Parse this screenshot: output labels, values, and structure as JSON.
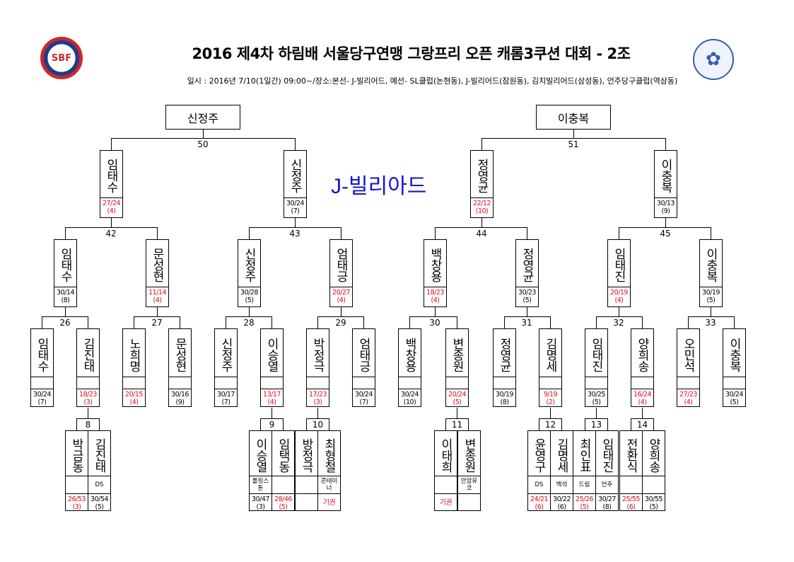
{
  "header": {
    "title": "2016 제4차 하림배 서울당구연맹 그랑프리 오픈 캐롬3쿠션 대회 - 2조",
    "subtitle": "일시 : 2016년 7/10(1일간) 09:00~/장소:본선- J-빌리어드, 예선- SL클럽(논현동), J-빌리어드(잠원동), 김치빌리어드(삼성동), 언주당구클럽(역삼동)",
    "venue": "J-빌리아드",
    "logo_left": "SBF",
    "logo_right": "✿"
  },
  "colors": {
    "loser_text": "#d0101e",
    "venue_text": "#1414d2"
  },
  "finals": [
    {
      "match": "50",
      "winner": "신정주"
    },
    {
      "match": "51",
      "winner": "이충복"
    }
  ],
  "quarter_matches": [
    "42",
    "43",
    "44",
    "45"
  ],
  "round2_matches": [
    "26",
    "27",
    "28",
    "29",
    "30",
    "31",
    "32",
    "33"
  ],
  "semifinal": [
    {
      "name": "임태수",
      "score": "27/24",
      "innings": "(4)",
      "lost": true
    },
    {
      "name": "신정주",
      "score": "30/24",
      "innings": "(7)",
      "lost": false
    },
    {
      "name": "정영균",
      "score": "22/12",
      "innings": "(10)",
      "lost": true
    },
    {
      "name": "이충복",
      "score": "30/13",
      "innings": "(9)",
      "lost": false
    }
  ],
  "quarterfinal": [
    {
      "name": "임태수",
      "score": "30/14",
      "innings": "(8)",
      "lost": false
    },
    {
      "name": "문성현",
      "score": "11/14",
      "innings": "(4)",
      "lost": true
    },
    {
      "name": "신정주",
      "score": "30/28",
      "innings": "(5)",
      "lost": false
    },
    {
      "name": "엄태긍",
      "score": "20/27",
      "innings": "(4)",
      "lost": true
    },
    {
      "name": "백창용",
      "score": "18/23",
      "innings": "(4)",
      "lost": true
    },
    {
      "name": "정영균",
      "score": "30/23",
      "innings": "(5)",
      "lost": false
    },
    {
      "name": "임태진",
      "score": "20/19",
      "innings": "(4)",
      "lost": true
    },
    {
      "name": "이충복",
      "score": "30/19",
      "innings": "(5)",
      "lost": false
    }
  ],
  "round2": [
    {
      "name": "임태수",
      "score": "30/24",
      "innings": "(7)",
      "lost": false
    },
    {
      "name": "김진태",
      "score": "18/23",
      "innings": "(3)",
      "lost": true
    },
    {
      "name": "노희명",
      "score": "20/15",
      "innings": "(4)",
      "lost": true
    },
    {
      "name": "문성현",
      "score": "30/16",
      "innings": "(9)",
      "lost": false
    },
    {
      "name": "신정주",
      "score": "30/17",
      "innings": "(7)",
      "lost": false
    },
    {
      "name": "이승열",
      "score": "13/17",
      "innings": "(4)",
      "lost": true
    },
    {
      "name": "박정극",
      "score": "17/23",
      "innings": "(3)",
      "lost": true
    },
    {
      "name": "엄태긍",
      "score": "30/24",
      "innings": "(7)",
      "lost": false
    },
    {
      "name": "백창용",
      "score": "30/24",
      "innings": "(10)",
      "lost": false
    },
    {
      "name": "변종원",
      "score": "20/24",
      "innings": "(5)",
      "lost": true
    },
    {
      "name": "정영균",
      "score": "30/19",
      "innings": "(8)",
      "lost": false
    },
    {
      "name": "김명세",
      "score": "9/19",
      "innings": "(2)",
      "lost": true
    },
    {
      "name": "임태진",
      "score": "30/25",
      "innings": "(5)",
      "lost": false
    },
    {
      "name": "양희송",
      "score": "16/24",
      "innings": "(4)",
      "lost": true
    },
    {
      "name": "오민석",
      "score": "27/23",
      "innings": "(4)",
      "lost": true
    },
    {
      "name": "이충복",
      "score": "30/24",
      "innings": "(5)",
      "lost": false
    }
  ],
  "round1": [
    {
      "match": "8",
      "players": [
        {
          "name": "박금동",
          "club": "",
          "score": "26/53",
          "innings": "(3)",
          "lost": true
        },
        {
          "name": "김진태",
          "club": "DS",
          "score": "30/54",
          "innings": "(5)",
          "lost": false
        }
      ]
    },
    {
      "match": "9",
      "players": [
        {
          "name": "이승열",
          "club": "롤링스톤",
          "score": "30/47",
          "innings": "(3)",
          "lost": false
        },
        {
          "name": "임택동",
          "club": "",
          "score": "28/46",
          "innings": "(5)",
          "lost": true
        }
      ]
    },
    {
      "match": "10",
      "players": [
        {
          "name": "방정극",
          "club": "",
          "score": "",
          "innings": "",
          "lost": false
        },
        {
          "name": "최형철",
          "club": "콘테이너",
          "score": "기권",
          "innings": "",
          "lost": true
        }
      ]
    },
    {
      "match": "11",
      "players": [
        {
          "name": "이태희",
          "club": "",
          "score": "기권",
          "innings": "",
          "lost": true
        },
        {
          "name": "변종원",
          "club": "안암유코",
          "score": "",
          "innings": "",
          "lost": false
        }
      ]
    },
    {
      "match": "12",
      "players": [
        {
          "name": "윤영구",
          "club": "DS",
          "score": "24/21",
          "innings": "(6)",
          "lost": true
        },
        {
          "name": "김명세",
          "club": "백석",
          "score": "30/22",
          "innings": "(6)",
          "lost": false
        }
      ]
    },
    {
      "match": "13",
      "players": [
        {
          "name": "최인표",
          "club": "드림",
          "score": "25/26",
          "innings": "(5)",
          "lost": true
        },
        {
          "name": "임태진",
          "club": "언주",
          "score": "30/27",
          "innings": "(8)",
          "lost": false
        }
      ]
    },
    {
      "match": "14",
      "players": [
        {
          "name": "전환식",
          "club": "",
          "score": "25/55",
          "innings": "(6)",
          "lost": true
        },
        {
          "name": "양희송",
          "club": "",
          "score": "30/55",
          "innings": "(5)",
          "lost": false
        }
      ]
    }
  ]
}
